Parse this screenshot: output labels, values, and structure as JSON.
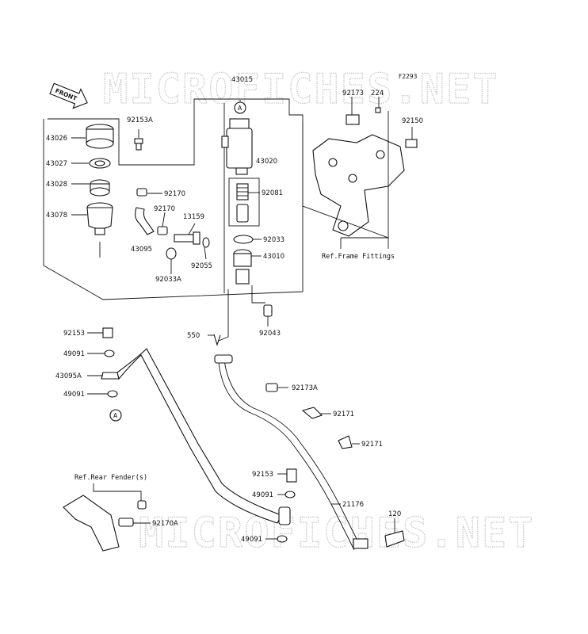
{
  "diagram_code": "F2293",
  "front_arrow": "FRONT",
  "watermark": "MICROFICHES.NET",
  "callout_letter": "A",
  "labels": {
    "p43015": "43015",
    "p92153A": "92153A",
    "p43026": "43026",
    "p43027": "43027",
    "p43028": "43028",
    "p43078": "43078",
    "p92170_1": "92170",
    "p92170_2": "92170",
    "p13159": "13159",
    "p43095": "43095",
    "p92055": "92055",
    "p92033A": "92033A",
    "p43020": "43020",
    "p92081": "92081",
    "p92033": "92033",
    "p43010": "43010",
    "p92043": "92043",
    "p550": "550",
    "p92173": "92173",
    "p224": "224",
    "p92150": "92150",
    "ref_frame": "Ref.Frame Fittings",
    "p92153_top": "92153",
    "p49091_1": "49091",
    "p43095A": "43095A",
    "p49091_2": "49091",
    "p92173A": "92173A",
    "p92171_1": "92171",
    "p92171_2": "92171",
    "ref_fender": "Ref.Rear Fender(s)",
    "p92153_bot": "92153",
    "p49091_3": "49091",
    "p21176": "21176",
    "p92170A": "92170A",
    "p120": "120",
    "p49091_4": "49091"
  }
}
